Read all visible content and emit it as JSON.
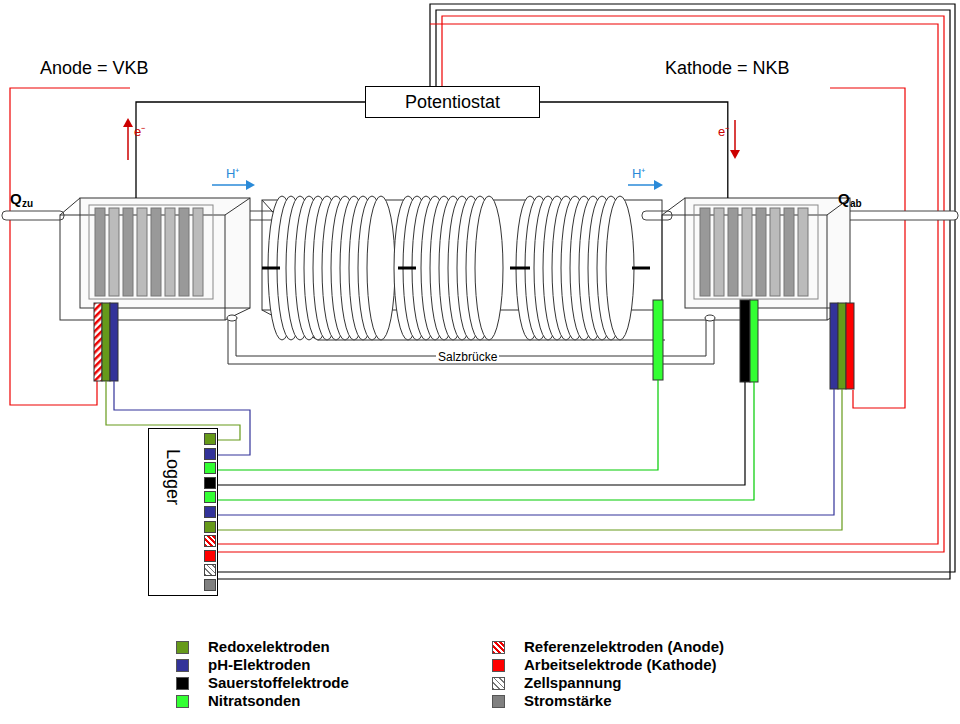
{
  "diagram": {
    "nodes": [
      {
        "text": [
          "Potentiostat"
        ]
      },
      {
        "text": [
          "Anode = VKB"
        ]
      },
      {
        "text": [
          "Kathode = NKB"
        ]
      },
      {
        "text": [
          "Logger"
        ]
      }
    ],
    "edges": [
      {
        "from": 0,
        "to": 1,
        "arrow": "none"
      },
      {
        "from": 0,
        "to": 2,
        "arrow": "none"
      }
    ],
    "labels": [
      "Q",
      "zu",
      "Q",
      "ab",
      "e⁻",
      "e⁻",
      "H⁺",
      "H⁺",
      "Salzbrücke"
    ],
    "legend": [
      {
        "text": "Redoxelektroden",
        "color": "#669a1a"
      },
      {
        "text": "pH-Elektroden",
        "color": "#333399"
      },
      {
        "text": "Sauerstoffelektrode",
        "color": "#000000"
      },
      {
        "text": "Nitratsonden",
        "color": "#33ff33"
      },
      {
        "text": "Referenzelektroden (Anode)"
      },
      {
        "text": "Arbeitselektrode (Kathode)",
        "color": "#ff0000"
      },
      {
        "text": "Zellspannung"
      },
      {
        "text": "Stromstärke",
        "color": "#808080"
      }
    ]
  }
}
